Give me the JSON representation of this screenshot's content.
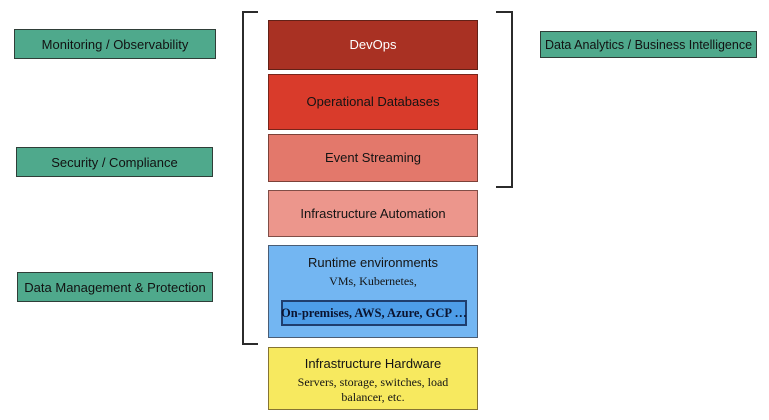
{
  "diagram": {
    "description": "Technology stack diagram with cross-cutting concern labels",
    "background": "#ffffff",
    "bracket_color": "#2b2b2b",
    "side_label_color": "#4FA98C"
  },
  "side_labels": [
    {
      "id": "monitoring",
      "label": "Monitoring / Observability",
      "bg": "#4FA98C",
      "text_color": "#121212"
    },
    {
      "id": "security",
      "label": "Security / Compliance",
      "bg": "#4FA98C",
      "text_color": "#121212"
    },
    {
      "id": "data_management",
      "label": "Data Management & Protection",
      "bg": "#4FA98C",
      "text_color": "#121212"
    },
    {
      "id": "data_analytics",
      "label": "Data Analytics / Business Intelligence",
      "bg": "#4FA98C",
      "text_color": "#121212"
    }
  ],
  "stack": [
    {
      "id": "devops",
      "label": "DevOps",
      "bg": "#A93123",
      "text_color": "#ffffff"
    },
    {
      "id": "operational_databases",
      "label": "Operational Databases",
      "bg": "#D93B2B",
      "text_color": "#141414"
    },
    {
      "id": "event_streaming",
      "label": "Event Streaming",
      "bg": "#E3786B",
      "text_color": "#141414"
    },
    {
      "id": "infrastructure_automation",
      "label": "Infrastructure Automation",
      "bg": "#EC968C",
      "text_color": "#141414"
    },
    {
      "id": "runtime_environments",
      "label": "Runtime environments",
      "subtitle": "VMs, Kubernetes,",
      "inner_box_label": "On-premises, AWS, Azure, GCP …",
      "bg": "#73B6F2",
      "inner_bg": "#4D9DE8",
      "inner_border": "#1f3e6e",
      "text_color": "#141414"
    },
    {
      "id": "infrastructure_hardware",
      "label": "Infrastructure Hardware",
      "subtitle": "Servers, storage, switches, load balancer, etc.",
      "bg": "#F7E95F",
      "text_color": "#141414"
    }
  ],
  "brackets": [
    {
      "id": "left_bracket",
      "groups": "DevOps through Runtime environments"
    },
    {
      "id": "right_bracket",
      "groups": "DevOps through Event Streaming"
    }
  ]
}
